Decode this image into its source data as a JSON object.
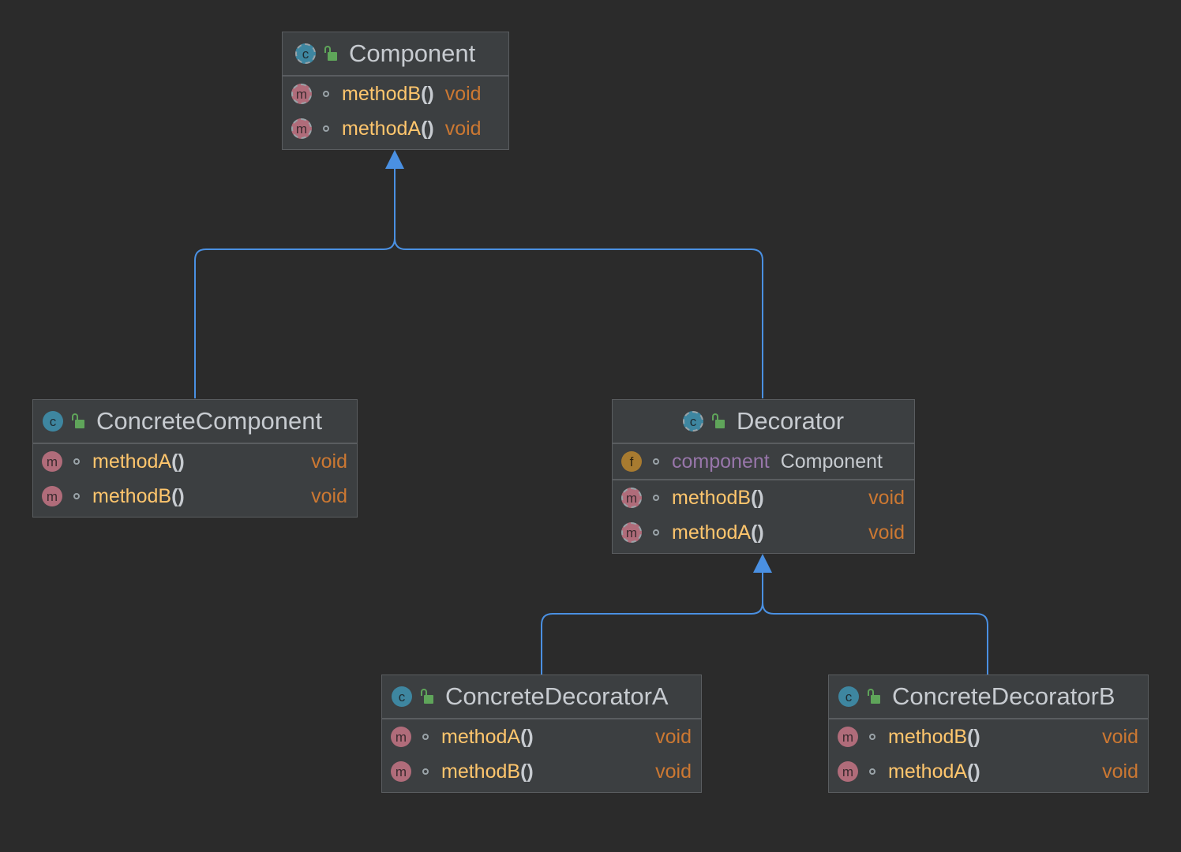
{
  "colors": {
    "background": "#2b2b2b",
    "node_fill": "#3c3f41",
    "node_border": "#5a5d60",
    "edge": "#4a90e2",
    "method_name": "#ffc66d",
    "return_type": "#cc7832",
    "field_name": "#9876aa",
    "text": "#c7cbd0"
  },
  "nodes": {
    "component": {
      "title": "Component",
      "badge": "c",
      "methods": [
        {
          "badge": "m",
          "name": "methodB",
          "paren": "()",
          "type": "void"
        },
        {
          "badge": "m",
          "name": "methodA",
          "paren": "()",
          "type": "void"
        }
      ]
    },
    "concrete_component": {
      "title": "ConcreteComponent",
      "badge": "c",
      "methods": [
        {
          "badge": "m",
          "name": "methodA",
          "paren": "()",
          "type": "void"
        },
        {
          "badge": "m",
          "name": "methodB",
          "paren": "()",
          "type": "void"
        }
      ]
    },
    "decorator": {
      "title": "Decorator",
      "badge": "c",
      "fields": [
        {
          "badge": "f",
          "name": "component",
          "type": "Component"
        }
      ],
      "methods": [
        {
          "badge": "m",
          "name": "methodB",
          "paren": "()",
          "type": "void"
        },
        {
          "badge": "m",
          "name": "methodA",
          "paren": "()",
          "type": "void"
        }
      ]
    },
    "concrete_decorator_a": {
      "title": "ConcreteDecoratorA",
      "badge": "c",
      "methods": [
        {
          "badge": "m",
          "name": "methodA",
          "paren": "()",
          "type": "void"
        },
        {
          "badge": "m",
          "name": "methodB",
          "paren": "()",
          "type": "void"
        }
      ]
    },
    "concrete_decorator_b": {
      "title": "ConcreteDecoratorB",
      "badge": "c",
      "methods": [
        {
          "badge": "m",
          "name": "methodB",
          "paren": "()",
          "type": "void"
        },
        {
          "badge": "m",
          "name": "methodA",
          "paren": "()",
          "type": "void"
        }
      ]
    }
  },
  "edges": [
    {
      "from": "ConcreteComponent",
      "to": "Component",
      "kind": "inheritance"
    },
    {
      "from": "Decorator",
      "to": "Component",
      "kind": "inheritance"
    },
    {
      "from": "ConcreteDecoratorA",
      "to": "Decorator",
      "kind": "inheritance"
    },
    {
      "from": "ConcreteDecoratorB",
      "to": "Decorator",
      "kind": "inheritance"
    }
  ]
}
